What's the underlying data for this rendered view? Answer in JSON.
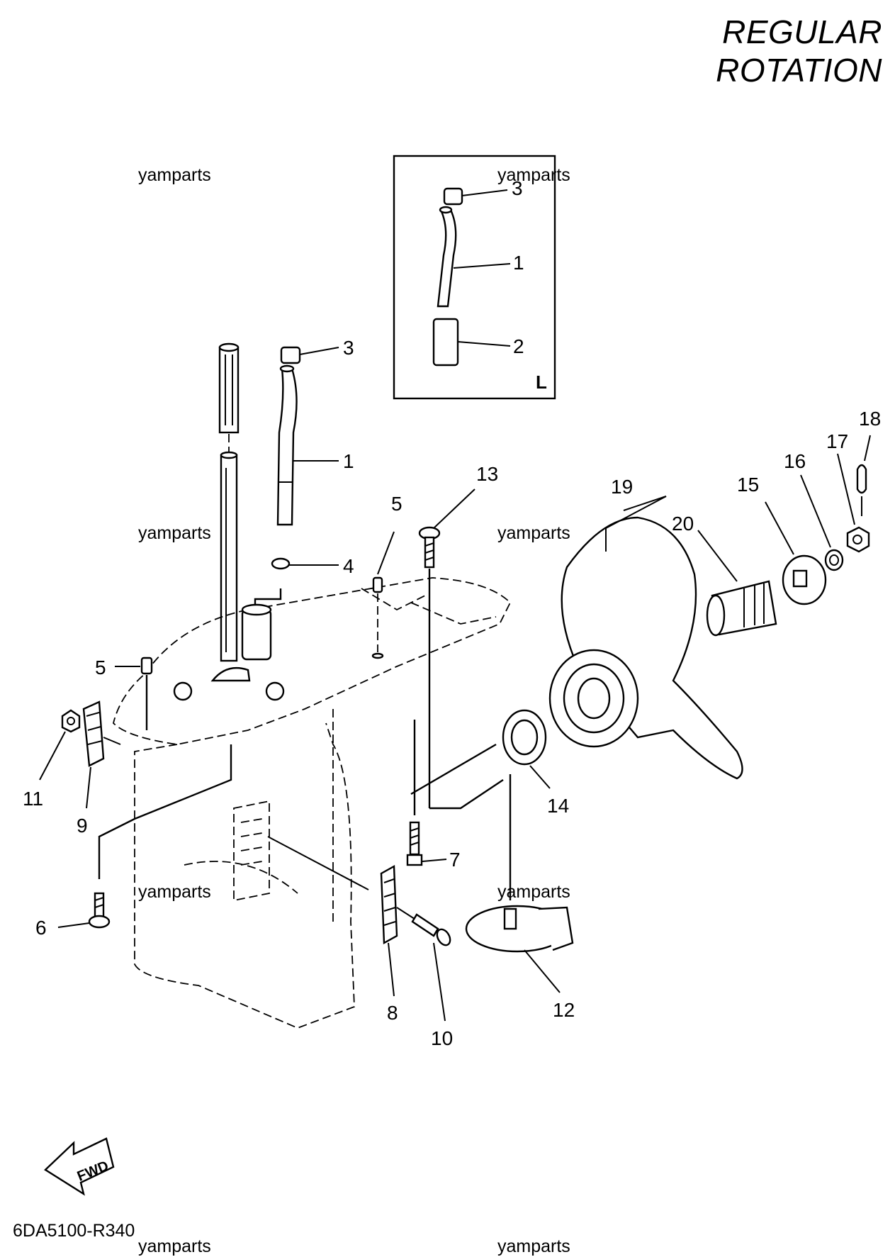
{
  "header": {
    "title": "REGULAR ROTATION"
  },
  "watermark": "yamparts",
  "watermarks": [
    "yamparts",
    "yamparts",
    "yamparts",
    "yamparts",
    "yamparts",
    "yamparts",
    "yamparts",
    "yamparts"
  ],
  "inset": {
    "label": "L"
  },
  "fwd_label": "FWD",
  "diagram_code": "6DA5100-R340",
  "callouts": {
    "c1a": "1",
    "c2a": "2",
    "c3a": "3",
    "c1": "1",
    "c3": "3",
    "c4": "4",
    "c5a": "5",
    "c5b": "5",
    "c6": "6",
    "c7": "7",
    "c8": "8",
    "c9": "9",
    "c10": "10",
    "c11": "11",
    "c12": "12",
    "c13": "13",
    "c14": "14",
    "c15": "15",
    "c16": "16",
    "c17": "17",
    "c18": "18",
    "c19": "19",
    "c20": "20"
  }
}
